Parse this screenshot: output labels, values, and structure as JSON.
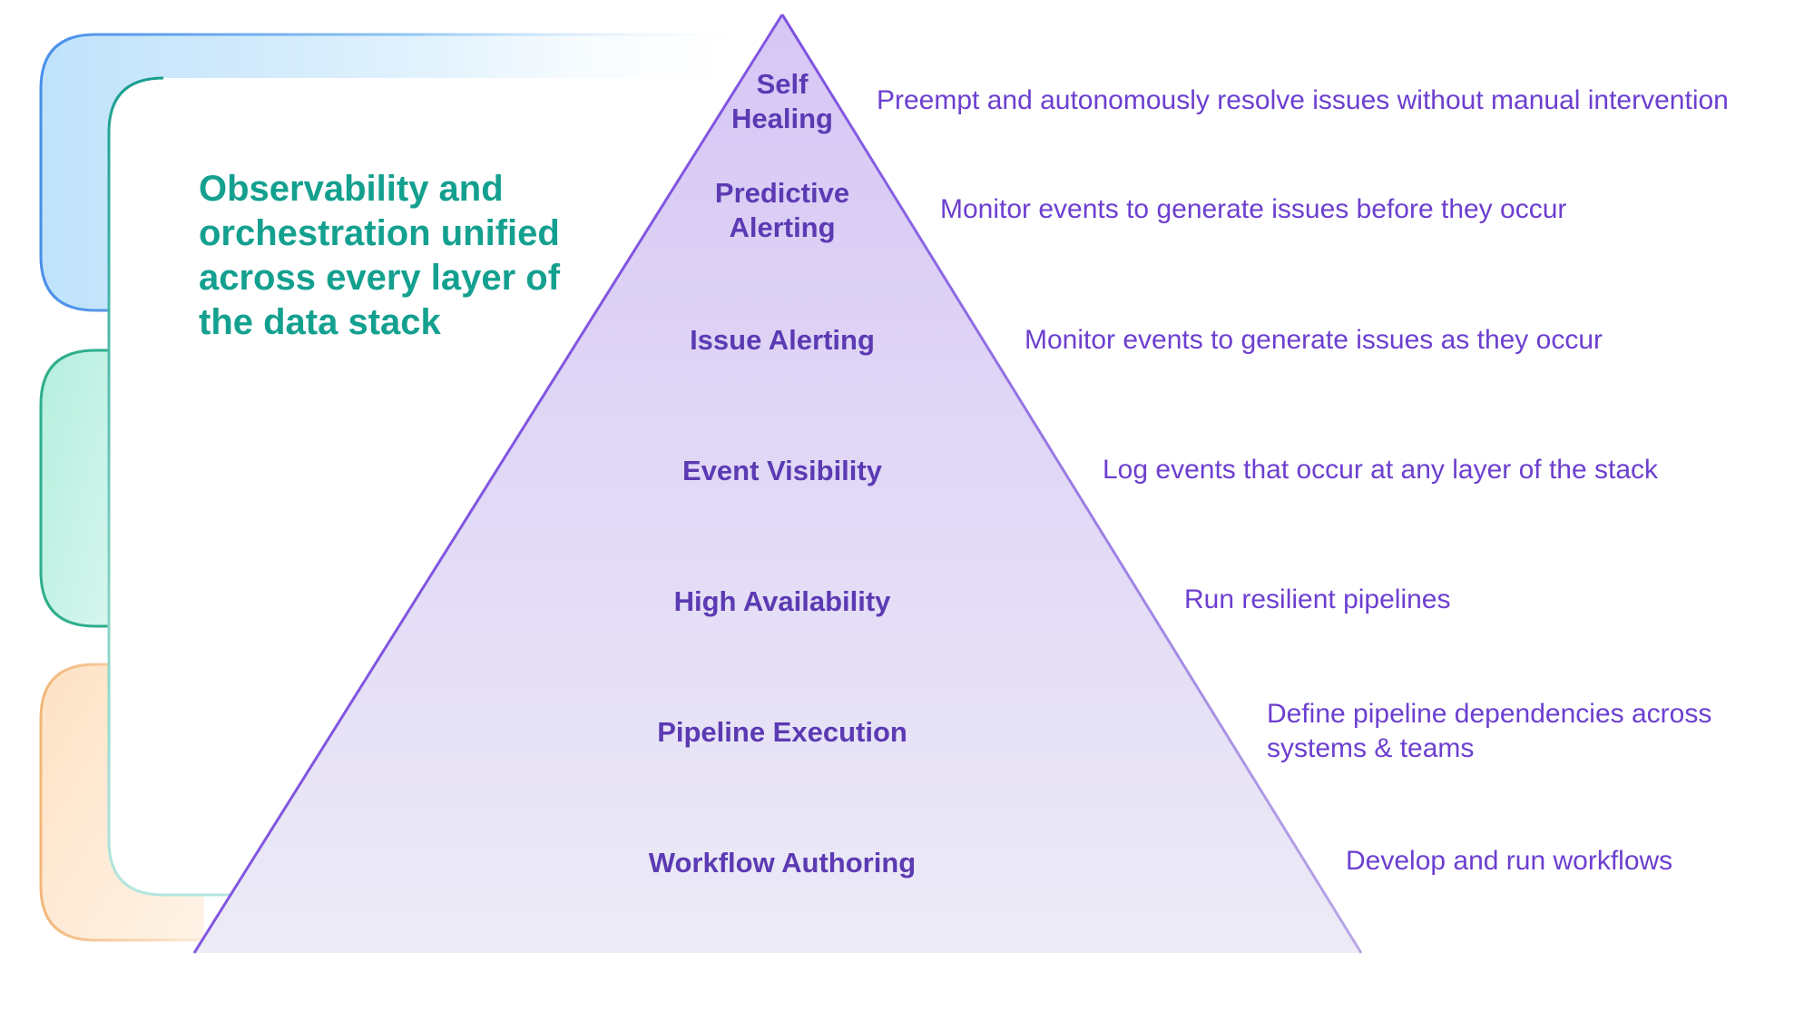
{
  "headline": [
    "Observability and",
    "orchestration unified",
    "across every layer of",
    "the data stack"
  ],
  "tiers": [
    {
      "label": [
        "Self",
        "Healing"
      ],
      "description": [
        "Preempt and autonomously resolve issues without manual intervention"
      ]
    },
    {
      "label": [
        "Predictive",
        "Alerting"
      ],
      "description": [
        "Monitor events to generate issues before they occur"
      ]
    },
    {
      "label": [
        "Issue Alerting"
      ],
      "description": [
        "Monitor events to generate issues as they occur"
      ]
    },
    {
      "label": [
        "Event Visibility"
      ],
      "description": [
        "Log events that occur at any layer of the stack"
      ]
    },
    {
      "label": [
        "High Availability"
      ],
      "description": [
        "Run resilient pipelines"
      ]
    },
    {
      "label": [
        "Pipeline Execution"
      ],
      "description": [
        "Define pipeline dependencies across",
        "systems & teams"
      ]
    },
    {
      "label": [
        "Workflow Authoring"
      ],
      "description": [
        "Develop and run workflows"
      ]
    }
  ],
  "colors": {
    "headline": "#14a08f",
    "tier_label": "#5b3ab3",
    "tier_description": "#6c3fd0",
    "pyramid_top": "#d6c6f5",
    "pyramid_bottom": "#ecebf6",
    "pyramid_edge": "#8155e0",
    "frame_blue": "#4a8fe8",
    "frame_green": "#2fae8c",
    "frame_orange": "#f2b77a",
    "frame_teal": "#1a9f8e"
  }
}
